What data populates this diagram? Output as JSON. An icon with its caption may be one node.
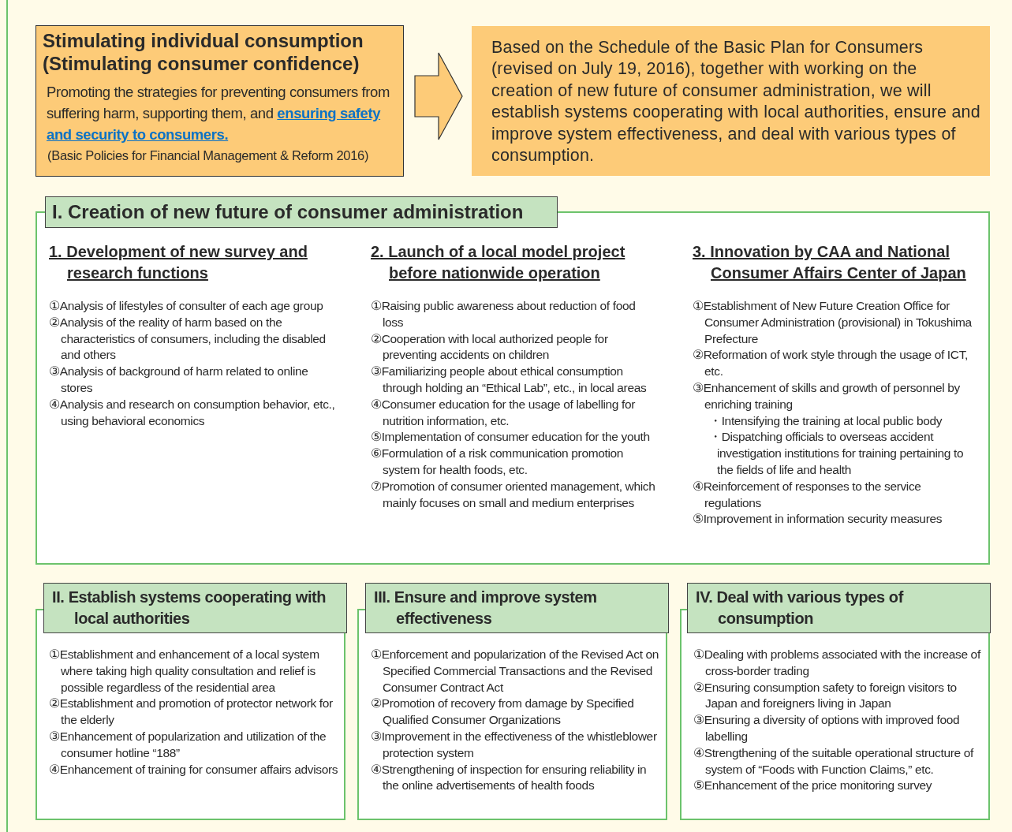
{
  "diagram": {
    "nodes": [
      {
        "text": [
          "Stimulating individual consumption (Stimulating consumer confidence)",
          "Promoting the strategies for preventing consumers from suffering harm, supporting them, and **ensuring safety and security to consumers.**",
          "(Basic Policies for Financial Management & Reform 2016)"
        ]
      },
      {
        "text": [
          "Based on the Schedule of the Basic Plan for Consumers (revised on July 19, 2016), together with working on the creation of new future of consumer administration, we will establish systems cooperating with local authorities, ensure and improve system effectiveness, and deal with various types of consumption."
        ]
      },
      {
        "text": [
          "I. Creation of new future of consumer administration",
          "1. Development of new survey and research functions",
          "①Analysis of lifestyles of consulter of each age group",
          "②Analysis of the reality of harm based on the characteristics of consumers, including the disabled and others",
          "③Analysis of background of harm related to online stores",
          "④Analysis and research on consumption behavior, etc., using behavioral economics",
          "2. Launch of a local model project before nationwide operation",
          "①Raising public awareness about reduction of food loss",
          "②Cooperation with local authorized people for preventing accidents on children",
          "③Familiarizing people about ethical consumption through holding an “Ethical Lab”, etc., in local areas",
          "④Consumer education for the usage of labelling for nutrition information, etc.",
          "⑤Implementation of consumer education for the youth",
          "⑥Formulation of a risk communication promotion system for health foods, etc.",
          "⑦Promotion of consumer oriented management, which mainly focuses on small and medium enterprises",
          "3. Innovation by CAA and National Consumer Affairs Center of Japan",
          "①Establishment of New Future Creation Office for Consumer Administration (provisional) in Tokushima Prefecture",
          "②Reformation of work style through the usage of ICT, etc.",
          "③Enhancement of skills and growth of personnel by enriching training",
          "・Intensifying the training at local public body",
          "・Dispatching officials to overseas accident investigation institutions for training pertaining to the fields of life and health",
          "④Reinforcement of responses to the service regulations",
          "⑤Improvement in information security measures"
        ]
      },
      {
        "text": [
          "II. Establish systems cooperating with local authorities",
          "①Establishment and enhancement of a local system where taking high quality consultation and relief is possible regardless of the residential area",
          "②Establishment and promotion of protector network for the elderly",
          "③Enhancement of popularization and utilization of the consumer hotline “188”",
          "④Enhancement of training for consumer affairs advisors"
        ]
      },
      {
        "text": [
          "III. Ensure and improve system effectiveness",
          "①Enforcement and popularization of the Revised Act on Specified Commercial Transactions and the Revised Consumer Contract Act",
          "②Promotion of recovery from damage by Specified Qualified Consumer Organizations",
          "③Improvement in the effectiveness of the whistleblower protection system",
          "④Strengthening of inspection for ensuring reliability in the online advertisements of health foods"
        ]
      },
      {
        "text": [
          "IV. Deal with various types of consumption",
          "①Dealing with problems associated with the increase of cross-border trading",
          "②Ensuring consumption safety to foreign visitors to Japan and foreigners living in Japan",
          "③Ensuring a diversity of options with improved food labelling",
          "④Strengthening of the suitable operational structure of system of “Foods with Function Claims,” etc.",
          "⑤Enhancement of the price monitoring survey"
        ]
      }
    ],
    "edges": [
      {
        "from": 0,
        "to": 1,
        "arrow": "to"
      }
    ]
  }
}
